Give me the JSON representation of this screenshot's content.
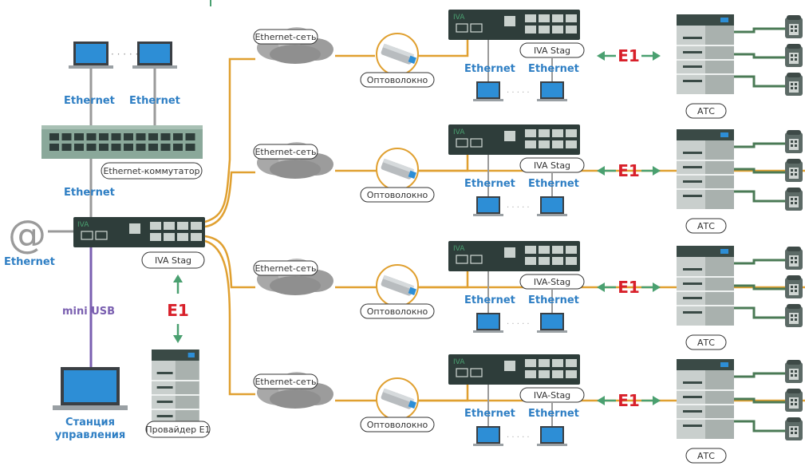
{
  "labels": {
    "ethernet": "Ethernet",
    "ethernet_switch": "Ethernet-коммутатор",
    "main_device": "IVA Stag",
    "mini_usb": "mini USB",
    "e1": "E1",
    "provider": "Провайдер E1",
    "station_line1": "Станция",
    "station_line2": "управления",
    "at_sign": "@",
    "iva_logo": "IVA",
    "dots": "· · · · ·"
  },
  "branches": [
    {
      "cloud": "Ethernet-сеть",
      "fiber": "Оптоволокно",
      "device": "IVA Stag",
      "eth_left": "Ethernet",
      "eth_right": "Ethernet",
      "e1": "E1",
      "pbx": "АТС"
    },
    {
      "cloud": "Ethernet-сеть",
      "fiber": "Оптоволокно",
      "device": "IVA Stag",
      "eth_left": "Ethernet",
      "eth_right": "Ethernet",
      "e1": "E1",
      "pbx": "АТС"
    },
    {
      "cloud": "Ethernet-сеть",
      "fiber": "Оптоволокно",
      "device": "IVA-Stag",
      "eth_left": "Ethernet",
      "eth_right": "Ethernet",
      "e1": "E1",
      "pbx": "АТС"
    },
    {
      "cloud": "Ethernet-сеть",
      "fiber": "Оптоволокно",
      "device": "IVA-Stag",
      "eth_left": "Ethernet",
      "eth_right": "Ethernet",
      "e1": "E1",
      "pbx": "АТС"
    }
  ],
  "colors": {
    "orange_line": "#e0a030",
    "gray_line": "#9a9a9a",
    "purple_line": "#7a5fb0",
    "green_line": "#4a7a55",
    "arrow_green": "#4aa070",
    "device_dark": "#2e3d3a",
    "switch_green": "#8aa89a",
    "laptop_blue": "#2d8ed6"
  }
}
